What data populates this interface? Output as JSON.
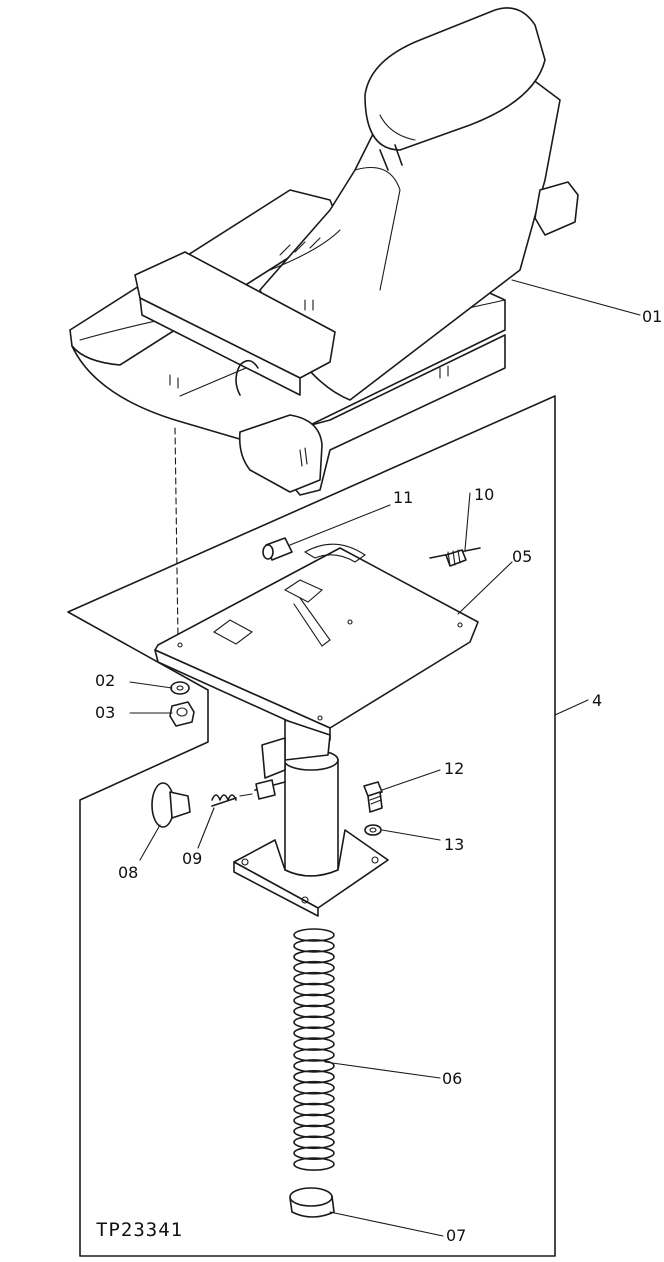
{
  "diagram": {
    "reference_code": "TP23341",
    "group_label": "4",
    "callouts": [
      {
        "id": "01",
        "name": "seat"
      },
      {
        "id": "02",
        "name": "washer"
      },
      {
        "id": "03",
        "name": "nut"
      },
      {
        "id": "05",
        "name": "seat-plate"
      },
      {
        "id": "06",
        "name": "spring"
      },
      {
        "id": "07",
        "name": "cap"
      },
      {
        "id": "08",
        "name": "knob"
      },
      {
        "id": "09",
        "name": "spring-small"
      },
      {
        "id": "10",
        "name": "pin"
      },
      {
        "id": "11",
        "name": "bushing"
      },
      {
        "id": "12",
        "name": "bolt"
      },
      {
        "id": "13",
        "name": "washer-bolt"
      }
    ]
  }
}
